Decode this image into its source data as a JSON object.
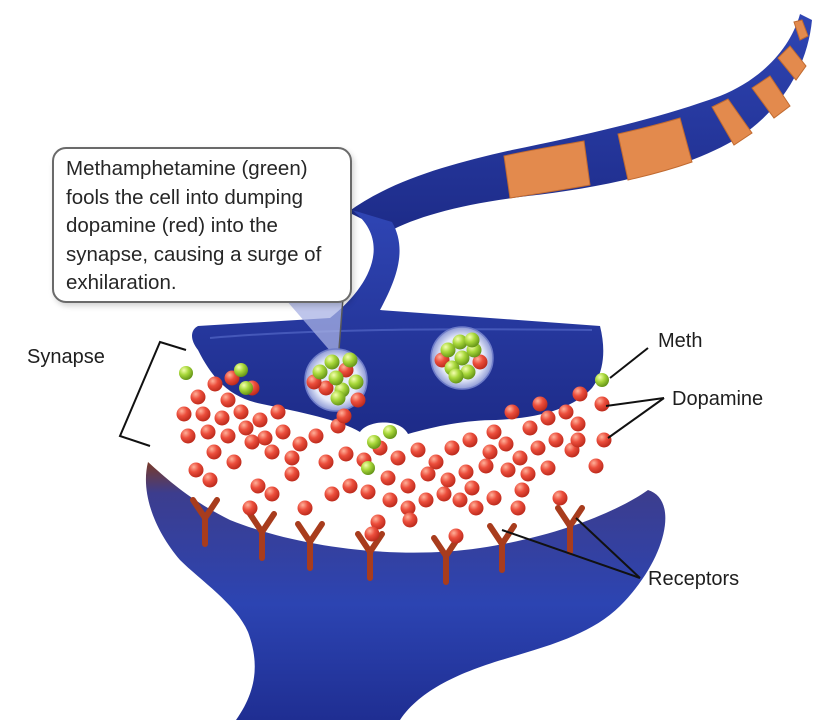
{
  "callout": {
    "lines": [
      "Methamphetamine (green)",
      "fools the cell into dumping",
      "dopamine (red) into the",
      "synapse, causing a surge of",
      "exhilaration."
    ]
  },
  "labels": {
    "synapse": "Synapse",
    "meth": "Meth",
    "dopamine": "Dopamine",
    "receptors": "Receptors"
  },
  "colors": {
    "neuron_blue": "#2a3fa6",
    "myelin_orange": "#e0874a",
    "dopamine_red": "#e8473b",
    "meth_green": "#a6d43a",
    "receptor_brown": "#b03e1e"
  }
}
